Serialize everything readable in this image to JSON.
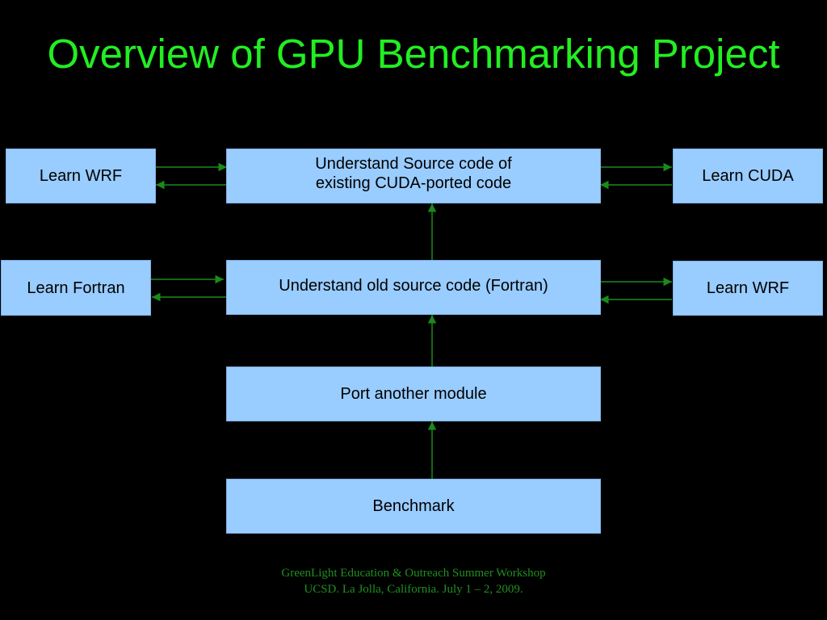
{
  "slide": {
    "title": "Overview of GPU Benchmarking Project",
    "boxes": {
      "learn_wrf_top": "Learn WRF",
      "understand_cuda_source": "Understand Source code of\nexisting CUDA-ported code",
      "learn_cuda": "Learn CUDA",
      "learn_fortran": "Learn Fortran",
      "understand_fortran_source": "Understand old source code (Fortran)",
      "learn_wrf_right": "Learn WRF",
      "port_module": "Port another module",
      "benchmark": "Benchmark"
    },
    "footer": {
      "line1": "GreenLight Education & Outreach Summer Workshop",
      "line2": "UCSD. La Jolla, California. July 1 – 2, 2009."
    }
  },
  "colors": {
    "background": "#000000",
    "title": "#22ee22",
    "box_fill": "#99ccff",
    "arrow": "#1a8a1a",
    "footer": "#1f8f1f"
  }
}
